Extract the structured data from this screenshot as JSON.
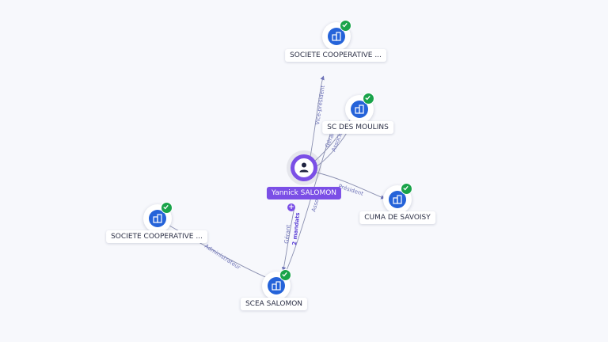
{
  "center": {
    "label": "Yannick SALOMON",
    "color": "#7b4fe6",
    "icon": "person-icon",
    "expand_icon": "plus-icon"
  },
  "companies": [
    {
      "id": "coop1",
      "label": "SOCIETE COOPERATIVE ...",
      "icon": "building-icon",
      "status_icon": "check-icon"
    },
    {
      "id": "moulins",
      "label": "SC DES MOULINS",
      "icon": "building-icon",
      "status_icon": "check-icon"
    },
    {
      "id": "cuma",
      "label": "CUMA DE SAVOISY",
      "icon": "building-icon",
      "status_icon": "check-icon"
    },
    {
      "id": "coop2",
      "label": "SOCIETE COOPERATIVE ...",
      "icon": "building-icon",
      "status_icon": "check-icon"
    },
    {
      "id": "scea",
      "label": "SCEA SALOMON",
      "icon": "building-icon",
      "status_icon": "check-icon"
    }
  ],
  "edges": [
    {
      "from": "center",
      "to": "coop1",
      "label": "Vice-président"
    },
    {
      "from": "center",
      "to": "moulins",
      "label": "Gérant"
    },
    {
      "from": "center",
      "to": "moulins",
      "label": "Associé"
    },
    {
      "from": "center",
      "to": "cuma",
      "label": "Président"
    },
    {
      "from": "center",
      "to": "scea",
      "label": "Gérant"
    },
    {
      "from": "center",
      "to": "scea",
      "label": "2 mandats"
    },
    {
      "from": "scea",
      "to": "moulins",
      "label": "Associé"
    },
    {
      "from": "coop2",
      "to": "scea",
      "label": "Administrateur"
    }
  ],
  "colors": {
    "company_icon": "#2563d9",
    "check": "#19a34a",
    "edge": "#8a8fb0",
    "edge_label": "#6e73b8"
  }
}
